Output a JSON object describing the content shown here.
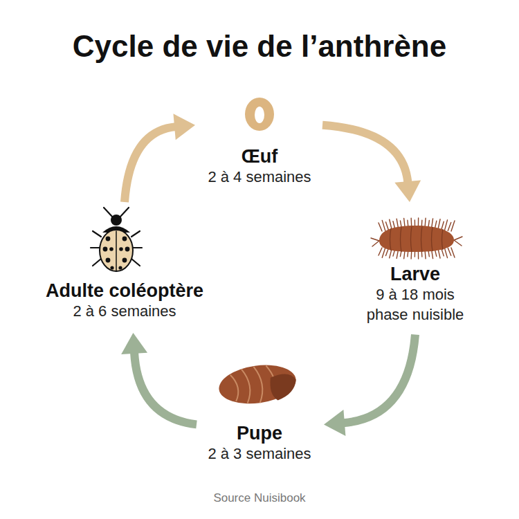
{
  "diagram": {
    "title": "Cycle de vie de l’anthrène",
    "caption": "Source Nuisibook",
    "nodes": [
      {
        "text": [
          "Œuf",
          "2 à 4 semaines"
        ]
      },
      {
        "text": [
          "Larve",
          "9 à 18 mois",
          "phase nuisible"
        ]
      },
      {
        "text": [
          "Pupe",
          "2 à 3 semaines"
        ]
      },
      {
        "text": [
          "Adulte coléoptère",
          "2 à 6 semaines"
        ]
      }
    ],
    "edges": [
      {
        "from": 0,
        "to": 1,
        "arrow": "to"
      },
      {
        "from": 1,
        "to": 2,
        "arrow": "to"
      },
      {
        "from": 2,
        "to": 3,
        "arrow": "to"
      },
      {
        "from": 3,
        "to": 0,
        "arrow": "to"
      }
    ]
  }
}
